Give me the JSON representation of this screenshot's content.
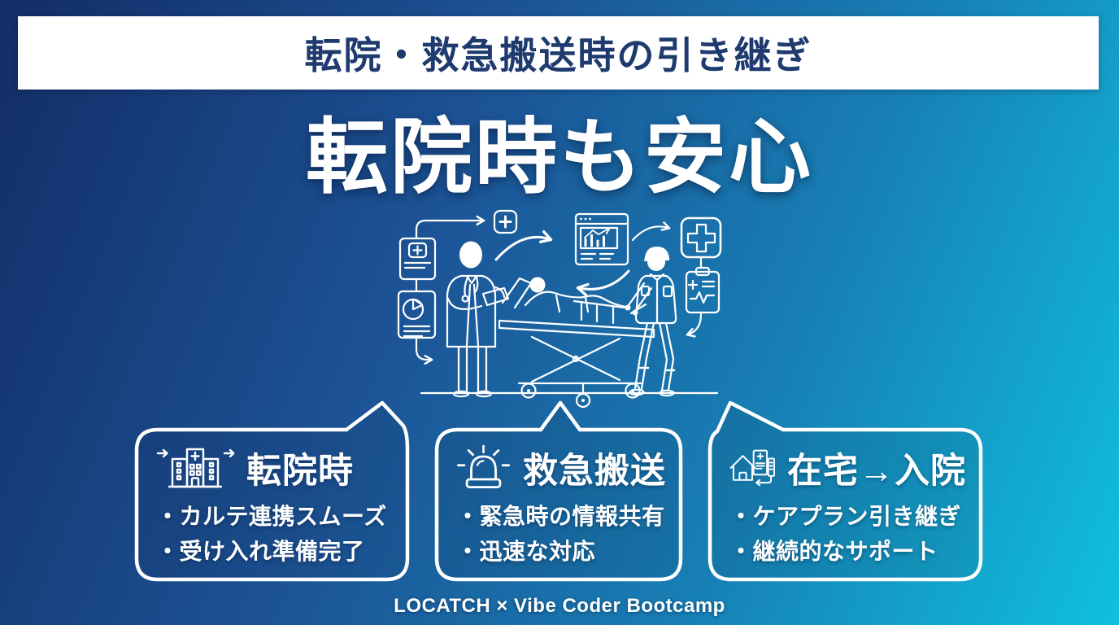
{
  "slide": {
    "banner_title": "転院・救急搬送時の引き継ぎ",
    "hero_title": "転院時も安心",
    "footer_credit": "LOCATCH × Vibe Coder Bootcamp"
  },
  "illustration": {
    "description": "white line-art: doctor with clipboard hands off a patient on a stretcher to a paramedic, with medical documents, dashboard window, cross badges and transfer arrows",
    "icons": [
      "medical-record-document-icon",
      "pie-chart-document-icon",
      "medical-cross-badge-icon",
      "doctor-figure",
      "transfer-up-arrow",
      "health-dashboard-window-icon",
      "to-hospital-arrow",
      "hospital-cross-icon",
      "vital-signs-clipboard-icon",
      "clipboard-down-arrow",
      "return-arrow",
      "patient-on-stretcher",
      "paramedic-figure"
    ]
  },
  "cards": [
    {
      "icon": "hospital-transfer-icon",
      "title": "転院時",
      "bullets": [
        "・カルテ連携スムーズ",
        "・受け入れ準備完了"
      ]
    },
    {
      "icon": "emergency-siren-icon",
      "title": "救急搬送",
      "bullets": [
        "・緊急時の情報共有",
        "・迅速な対応"
      ]
    },
    {
      "icon": "home-to-hospital-icon",
      "title": "在宅→入院",
      "bullets": [
        "・ケアプラン引き継ぎ",
        "・継続的なサポート"
      ]
    }
  ],
  "colors": {
    "background_gradient_start": "#132d66",
    "background_gradient_mid": "#1c5396",
    "background_gradient_end": "#10c0dd",
    "banner_bg": "#ffffff",
    "banner_text": "#1e3a6e",
    "text_primary": "#ffffff",
    "card_fill_overlay": "rgba(5,30,60,0.10)"
  }
}
